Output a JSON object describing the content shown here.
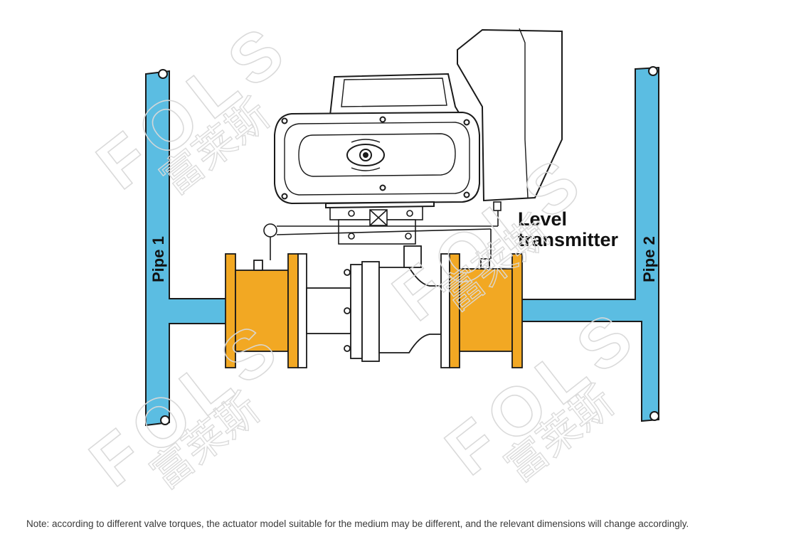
{
  "labels": {
    "pipe1": "Pipe 1",
    "pipe2": "Pipe 2",
    "level_line1": "Level",
    "level_line2": "transmitter"
  },
  "watermark": {
    "brand": "FOLS",
    "chinese": "富莱斯"
  },
  "note": "Note: according to different valve torques, the actuator model suitable for the medium may be different, and the relevant dimensions will change accordingly.",
  "colors": {
    "pipe": "#5bbde2",
    "flange_section": "#f2a823",
    "outline": "#1a1a1a",
    "watermark": "#d9d9d9"
  }
}
